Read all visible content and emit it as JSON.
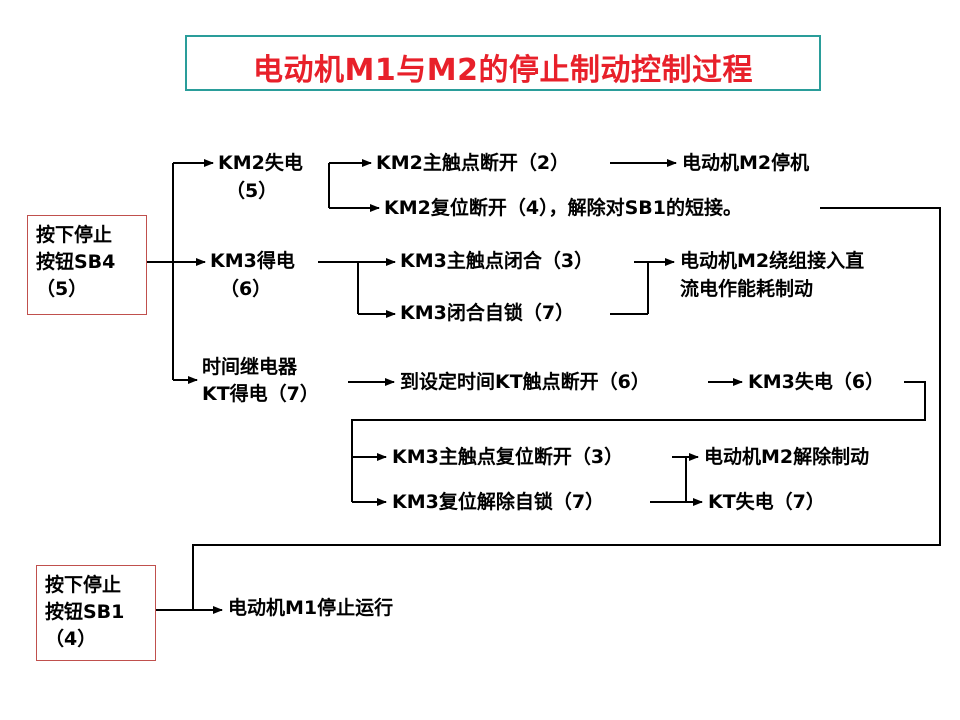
{
  "title": "电动机M1与M2的停止制动控制过程",
  "sb4_box": {
    "line1": "按下停止",
    "line2": "按钮SB4",
    "line3": "（5）"
  },
  "sb1_box": {
    "line1": "按下停止",
    "line2": "按钮SB1",
    "line3": "（4）"
  },
  "km2_branch": {
    "lose_power": "KM2失电",
    "lose_power_ref": "（5）",
    "main_contact_open": "KM2主触点断开（2）",
    "m2_stop": "电动机M2停机",
    "reset_open": "KM2复位断开（4），解除对SB1的短接。"
  },
  "km3_branch": {
    "energize": "KM3得电",
    "energize_ref": "（6）",
    "main_contact_close": "KM3主触点闭合（3）",
    "self_lock": "KM3闭合自锁（7）",
    "dc_brake_line1": "电动机M2绕组接入直",
    "dc_brake_line2": "流电作能耗制动"
  },
  "kt_branch": {
    "relay_line1": "时间继电器",
    "relay_line2": "KT得电（7）",
    "contact_open": "到设定时间KT触点断开（6）",
    "km3_lose": "KM3失电（6）",
    "km3_main_reset": "KM3主触点复位断开（3）",
    "m2_release": "电动机M2解除制动",
    "km3_release_lock": "KM3复位解除自锁（7）",
    "kt_lose": "KT失电（7）"
  },
  "m1_stop": "电动机M1停止运行",
  "colors": {
    "title_text": "#e8202a",
    "title_border": "#2a9d9a",
    "box_border": "#c0504d",
    "line": "#000000"
  }
}
